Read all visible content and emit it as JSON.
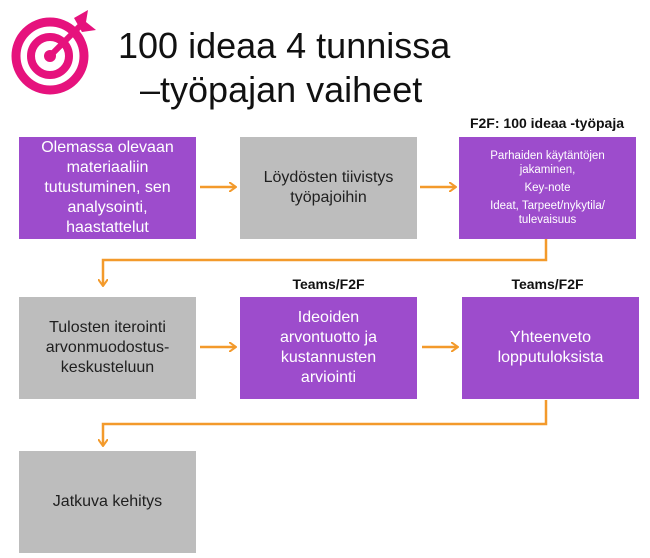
{
  "title": {
    "line1": "100 ideaa 4 tunnissa",
    "line2": "–työpajan vaiheet"
  },
  "logo_icon": "target-with-arrow-icon",
  "colors": {
    "accent": "#e6127d",
    "purple": "#9d4ccc",
    "grey": "#bdbdbd",
    "arrow": "#f39a2b"
  },
  "row1": {
    "box1": "Olemassa olevaan materiaaliin tutustuminen, sen analysointi, haastattelut",
    "box2": "Löydösten tiivistys työpajoihin",
    "header3": "F2F: 100 ideaa -työpaja",
    "box3": {
      "item1": "Parhaiden käytäntöjen jakaminen,",
      "item2": "Key-note",
      "item3": "Ideat, Tarpeet/nykytila/ tulevaisuus"
    }
  },
  "row2": {
    "box1": "Tulosten iterointi arvonmuodostus-keskusteluun",
    "header2": "Teams/F2F",
    "box2": "Ideoiden arvontuotto ja kustannusten arviointi",
    "header3": "Teams/F2F",
    "box3": "Yhteenveto lopputuloksista"
  },
  "row3": {
    "box1": "Jatkuva kehitys"
  }
}
